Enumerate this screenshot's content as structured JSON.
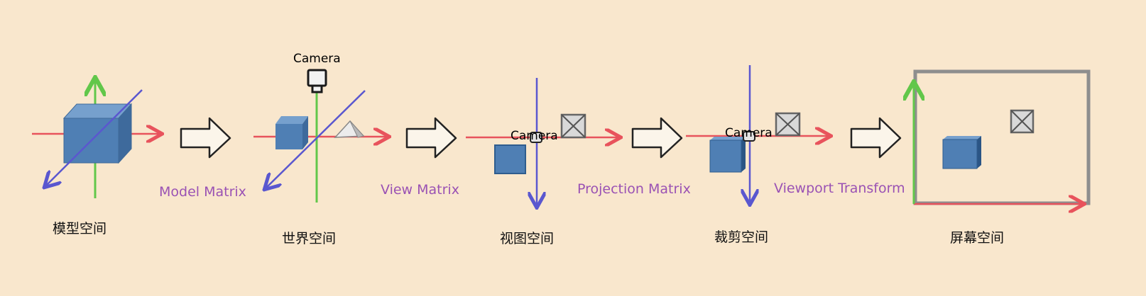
{
  "spaces": [
    {
      "label": "模型空间"
    },
    {
      "label": "世界空间"
    },
    {
      "label": "视图空间"
    },
    {
      "label": "裁剪空间"
    },
    {
      "label": "屏幕空间"
    }
  ],
  "transforms": [
    {
      "label": "Model Matrix"
    },
    {
      "label": "View Matrix"
    },
    {
      "label": "Projection Matrix"
    },
    {
      "label": "Viewport Transform"
    }
  ],
  "camera_labels": [
    "Camera",
    "Camera",
    "Camera"
  ],
  "colors": {
    "background": "#f9e7cd",
    "x_axis": "#e8535c",
    "y_axis": "#62c74a",
    "z_axis": "#5a57cf",
    "cube": "#4f7fb4",
    "transform_label": "#9a52b4",
    "arrow_outline": "#222222"
  }
}
